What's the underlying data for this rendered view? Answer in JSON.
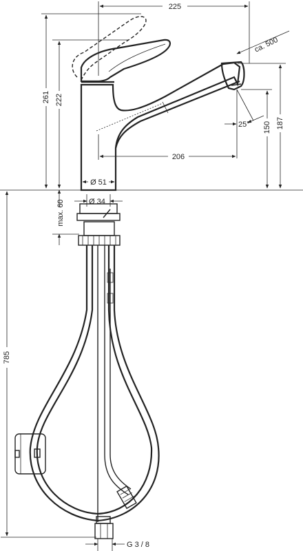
{
  "dimensions": {
    "d225": "225",
    "d500": "ca. 500",
    "d261": "261",
    "d222": "222",
    "d187": "187",
    "d150": "150",
    "d25": "25°",
    "d206": "206",
    "d51": "Ø 51",
    "d34": "Ø 34",
    "dmax60": "max. 60",
    "d785": "785",
    "dG38": "G 3 / 8"
  }
}
